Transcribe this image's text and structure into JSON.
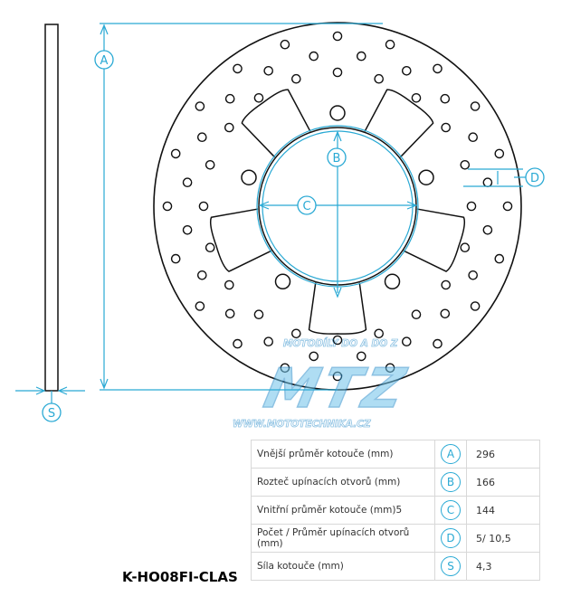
{
  "labels": {
    "A": "A",
    "B": "B",
    "C": "C",
    "D": "D",
    "S": "S"
  },
  "watermark": {
    "top": "MOTODÍLY DO A DO Z",
    "logo": "MTZ",
    "url": "WWW.MOTOTECHNIKA.CZ"
  },
  "specs": [
    {
      "label": "Vnější průměr kotouče (mm)",
      "symbol": "A",
      "value": "296"
    },
    {
      "label": "Rozteč upínacích otvorů (mm)",
      "symbol": "B",
      "value": "166"
    },
    {
      "label": "Vnitřní průměr kotouče (mm)5",
      "symbol": "C",
      "value": "144"
    },
    {
      "label": "Počet / Průměr upínacích otvorů (mm)",
      "symbol": "D",
      "value": "5/ 10,5"
    },
    {
      "label": "Síla kotouče (mm)",
      "symbol": "S",
      "value": "4,3"
    }
  ],
  "product_code": "K-HO08FI-CLAS",
  "colors": {
    "dimension": "#29a9d4",
    "outline": "#111111",
    "watermark": "#3a9fd8"
  }
}
